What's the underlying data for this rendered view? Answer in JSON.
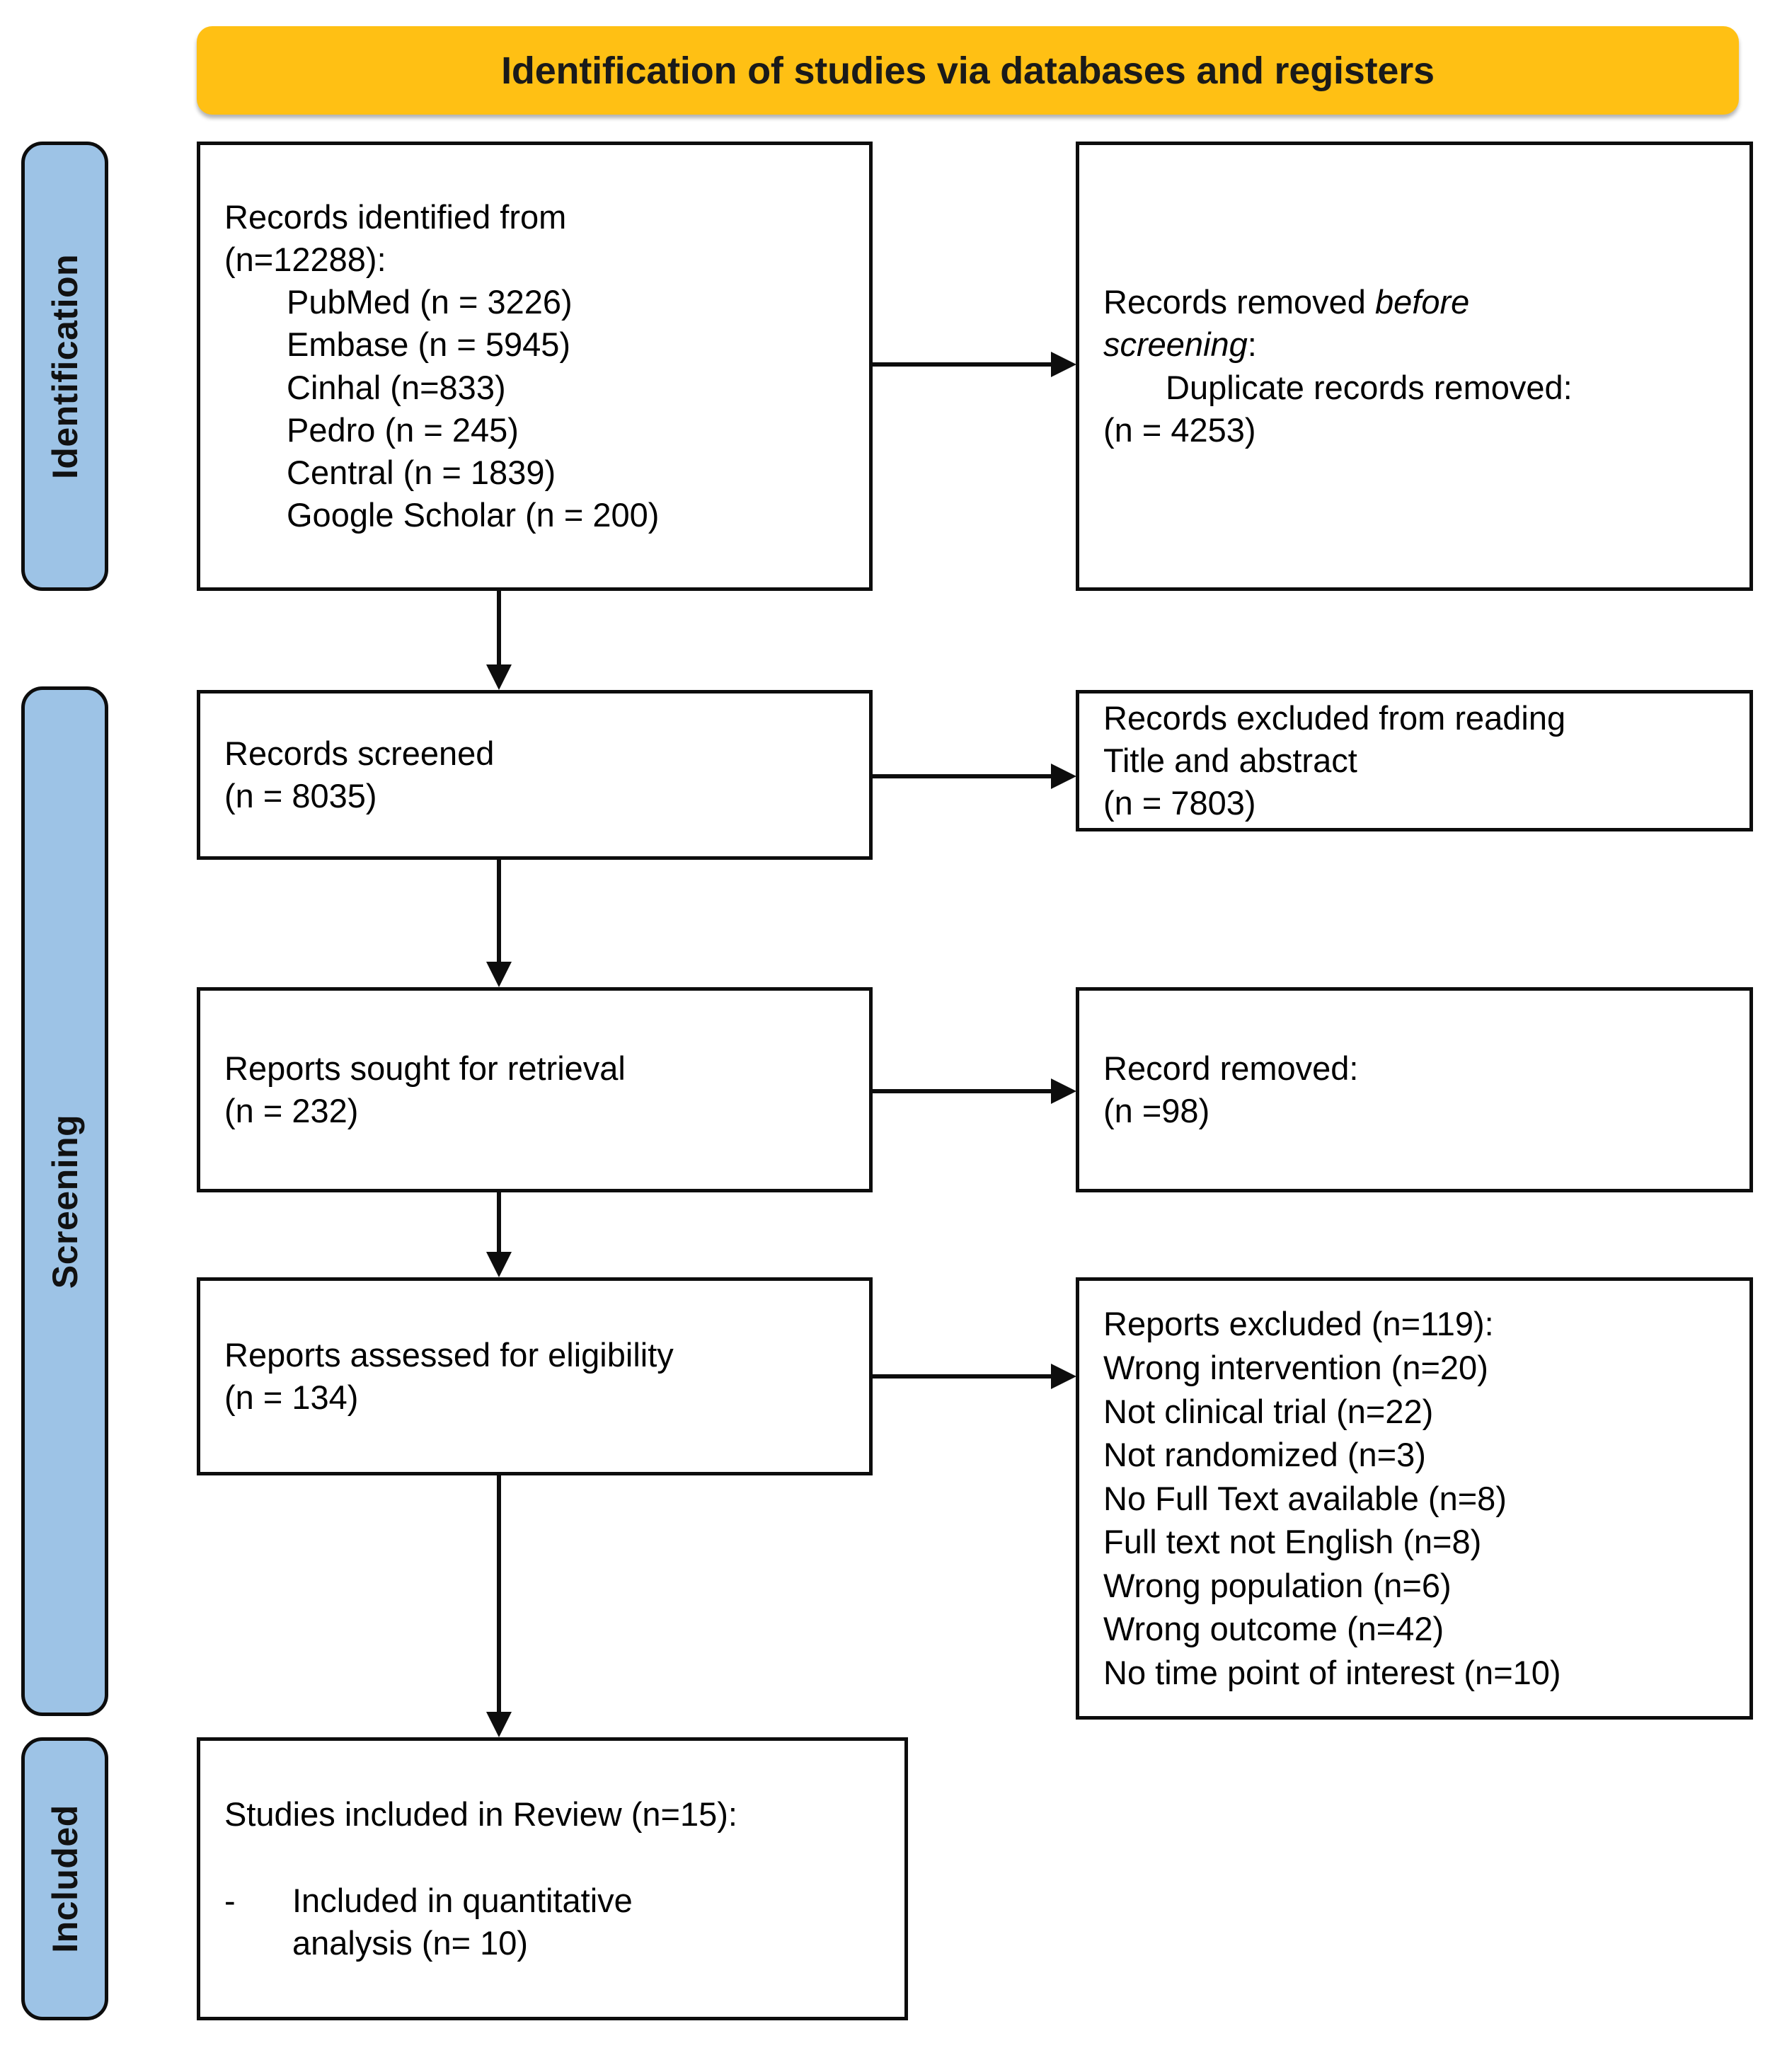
{
  "banner": {
    "title": "Identification of studies via databases and registers"
  },
  "stages": [
    {
      "id": "identification",
      "label": "Identification"
    },
    {
      "id": "screening",
      "label": "Screening"
    },
    {
      "id": "included",
      "label": "Included"
    }
  ],
  "colors": {
    "banner_bg": "#FFC014",
    "stage_bg": "#9DC3E6",
    "box_border": "#0d0d0d",
    "box_bg": "#FFFFFF",
    "text": "#000000"
  },
  "boxes": {
    "identified": {
      "heading_line1": "Records identified from",
      "heading_line2": "(n=12288):",
      "sources": [
        "PubMed (n = 3226)",
        "Embase (n = 5945)",
        "Cinhal (n=833)",
        "Pedro (n = 245)",
        "Central (n = 1839)",
        "Google Scholar (n = 200)"
      ]
    },
    "removed_before_screening": {
      "line1_plain": "Records removed ",
      "line1_italic": "before",
      "line2_italic": "screening",
      "line2_plain": ":",
      "line3": "Duplicate records removed:",
      "line4": "(n = 4253)"
    },
    "records_screened": {
      "line1": "Records screened",
      "line2": "(n = 8035)"
    },
    "records_excluded": {
      "line1": "Records excluded from reading",
      "line2": "Title and abstract",
      "line3": "(n = 7803)"
    },
    "reports_sought": {
      "line1": "Reports sought for retrieval",
      "line2": "(n = 232)"
    },
    "record_removed": {
      "line1": "Record removed:",
      "line2": "(n =98)"
    },
    "reports_assessed": {
      "line1": "Reports assessed for eligibility",
      "line2": "(n = 134)"
    },
    "reports_excluded_reasons": {
      "heading": "Reports excluded (n=119):",
      "reasons": [
        "Wrong intervention (n=20)",
        "Not clinical trial (n=22)",
        "Not randomized (n=3)",
        "No Full Text available (n=8)",
        "Full text not English (n=8)",
        "Wrong population (n=6)",
        "Wrong outcome (n=42)",
        "No time point of interest (n=10)"
      ]
    },
    "studies_included": {
      "heading": "Studies included in Review (n=15):",
      "bullet_marker": "-",
      "bullet_line1": "Included in quantitative",
      "bullet_line2": "analysis (n= 10)"
    }
  },
  "chart_data": {
    "type": "diagram",
    "title": "PRISMA 2020 flow diagram",
    "nodes": [
      {
        "id": "identified",
        "stage": "Identification",
        "label": "Records identified from",
        "n": 12288,
        "breakdown": [
          {
            "source": "PubMed",
            "n": 3226
          },
          {
            "source": "Embase",
            "n": 5945
          },
          {
            "source": "Cinhal",
            "n": 833
          },
          {
            "source": "Pedro",
            "n": 245
          },
          {
            "source": "Central",
            "n": 1839
          },
          {
            "source": "Google Scholar",
            "n": 200
          }
        ]
      },
      {
        "id": "removed_before_screening",
        "stage": "Identification",
        "label": "Records removed before screening: Duplicate records removed",
        "n": 4253
      },
      {
        "id": "records_screened",
        "stage": "Screening",
        "label": "Records screened",
        "n": 8035
      },
      {
        "id": "records_excluded",
        "stage": "Screening",
        "label": "Records excluded from reading Title and abstract",
        "n": 7803
      },
      {
        "id": "reports_sought",
        "stage": "Screening",
        "label": "Reports sought for retrieval",
        "n": 232
      },
      {
        "id": "record_removed",
        "stage": "Screening",
        "label": "Record removed",
        "n": 98
      },
      {
        "id": "reports_assessed",
        "stage": "Screening",
        "label": "Reports assessed for eligibility",
        "n": 134
      },
      {
        "id": "reports_excluded",
        "stage": "Screening",
        "label": "Reports excluded",
        "n": 119,
        "breakdown": [
          {
            "reason": "Wrong intervention",
            "n": 20
          },
          {
            "reason": "Not clinical trial",
            "n": 22
          },
          {
            "reason": "Not randomized",
            "n": 3
          },
          {
            "reason": "No Full Text available",
            "n": 8
          },
          {
            "reason": "Full text not English",
            "n": 8
          },
          {
            "reason": "Wrong population",
            "n": 6
          },
          {
            "reason": "Wrong outcome",
            "n": 42
          },
          {
            "reason": "No time point of interest",
            "n": 10
          }
        ]
      },
      {
        "id": "studies_included",
        "stage": "Included",
        "label": "Studies included in Review",
        "n": 15,
        "breakdown": [
          {
            "reason": "Included in quantitative analysis",
            "n": 10
          }
        ]
      }
    ],
    "edges": [
      {
        "from": "identified",
        "to": "removed_before_screening",
        "direction": "right"
      },
      {
        "from": "identified",
        "to": "records_screened",
        "direction": "down"
      },
      {
        "from": "records_screened",
        "to": "records_excluded",
        "direction": "right"
      },
      {
        "from": "records_screened",
        "to": "reports_sought",
        "direction": "down"
      },
      {
        "from": "reports_sought",
        "to": "record_removed",
        "direction": "right"
      },
      {
        "from": "reports_sought",
        "to": "reports_assessed",
        "direction": "down"
      },
      {
        "from": "reports_assessed",
        "to": "reports_excluded",
        "direction": "right"
      },
      {
        "from": "reports_assessed",
        "to": "studies_included",
        "direction": "down"
      }
    ]
  }
}
